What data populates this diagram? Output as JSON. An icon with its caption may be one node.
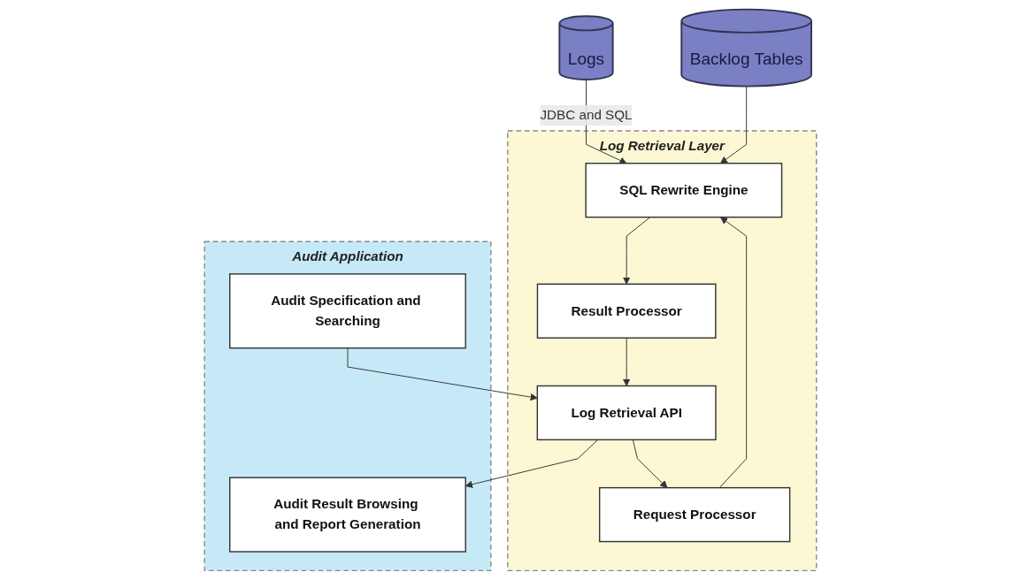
{
  "diagram": {
    "nodes": [
      {
        "text": [
          "Logs"
        ]
      },
      {
        "text": [
          "Backlog Tables"
        ]
      },
      {
        "text": [
          "Log Retrieval Layer"
        ]
      },
      {
        "text": [
          "SQL Rewrite Engine"
        ],
        "in": 2
      },
      {
        "text": [
          "Request Processor"
        ],
        "in": 2
      },
      {
        "text": [
          "Result Processor"
        ],
        "in": 2
      },
      {
        "text": [
          "Log Retrieval API"
        ],
        "in": 2
      },
      {
        "text": [
          "Audit Application"
        ]
      },
      {
        "text": [
          "Audit Specification and Searching"
        ],
        "in": 7
      },
      {
        "text": [
          "Audit Result Browsing and Report Generation"
        ],
        "in": 7
      }
    ],
    "edges": [
      {
        "from": 0,
        "to": 3,
        "arrow": "to",
        "label": "JDBC and SQL"
      },
      {
        "from": 1,
        "to": 3,
        "arrow": "to"
      },
      {
        "from": 3,
        "to": 5,
        "arrow": "to"
      },
      {
        "from": 5,
        "to": 6,
        "arrow": "to"
      },
      {
        "from": 6,
        "to": 4,
        "arrow": "to"
      },
      {
        "from": 4,
        "to": 3,
        "arrow": "to"
      },
      {
        "from": 8,
        "to": 6,
        "arrow": "to"
      },
      {
        "from": 6,
        "to": 9,
        "arrow": "to"
      }
    ]
  }
}
